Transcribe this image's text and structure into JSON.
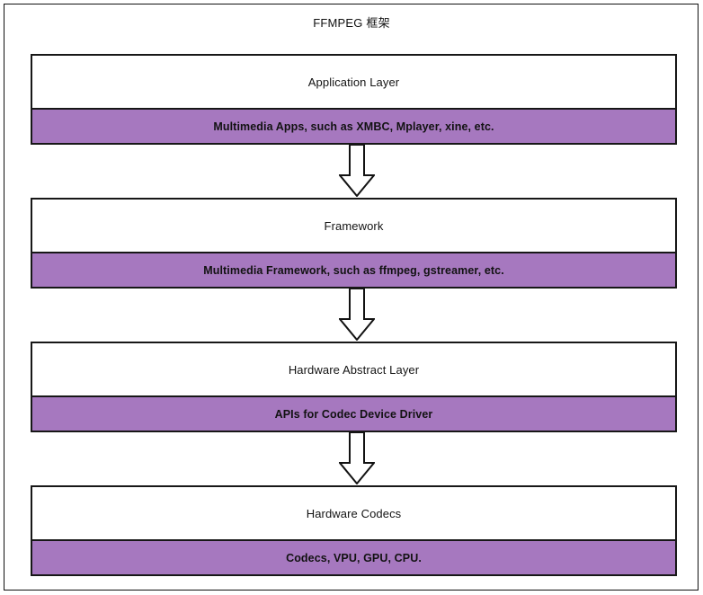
{
  "diagram": {
    "title": "FFMPEG 框架",
    "colors": {
      "band_purple": "#a678bf",
      "border": "#171717",
      "background": "#ffffff",
      "text": "#121212"
    },
    "layers": [
      {
        "name": "Application Layer",
        "detail": "Multimedia Apps, such as XMBC, Mplayer, xine, etc."
      },
      {
        "name": "Framework",
        "detail": "Multimedia Framework, such as ffmpeg, gstreamer, etc."
      },
      {
        "name": "Hardware Abstract Layer",
        "detail": "APIs for Codec Device Driver"
      },
      {
        "name": "Hardware Codecs",
        "detail": "Codecs, VPU, GPU, CPU."
      }
    ],
    "connectors": [
      {
        "icon": "down-block-arrow-icon",
        "from": "Application Layer",
        "to": "Framework"
      },
      {
        "icon": "down-block-arrow-icon",
        "from": "Framework",
        "to": "Hardware Abstract Layer"
      },
      {
        "icon": "down-block-arrow-icon",
        "from": "Hardware Abstract Layer",
        "to": "Hardware Codecs"
      }
    ]
  }
}
